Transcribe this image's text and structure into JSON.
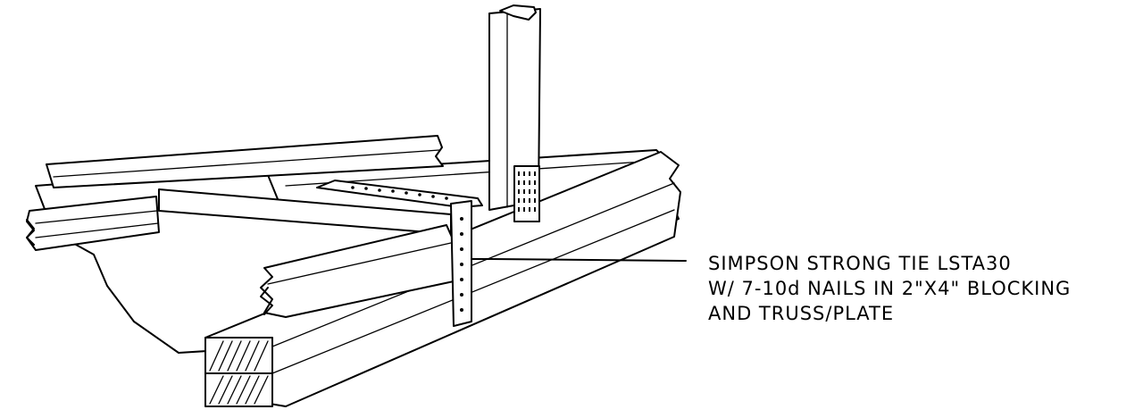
{
  "callout": {
    "lines": [
      "SIMPSON STRONG TIE LSTA30",
      "W/ 7-10d NAILS IN 2\"X4\" BLOCKING",
      "AND TRUSS/PLATE"
    ]
  }
}
